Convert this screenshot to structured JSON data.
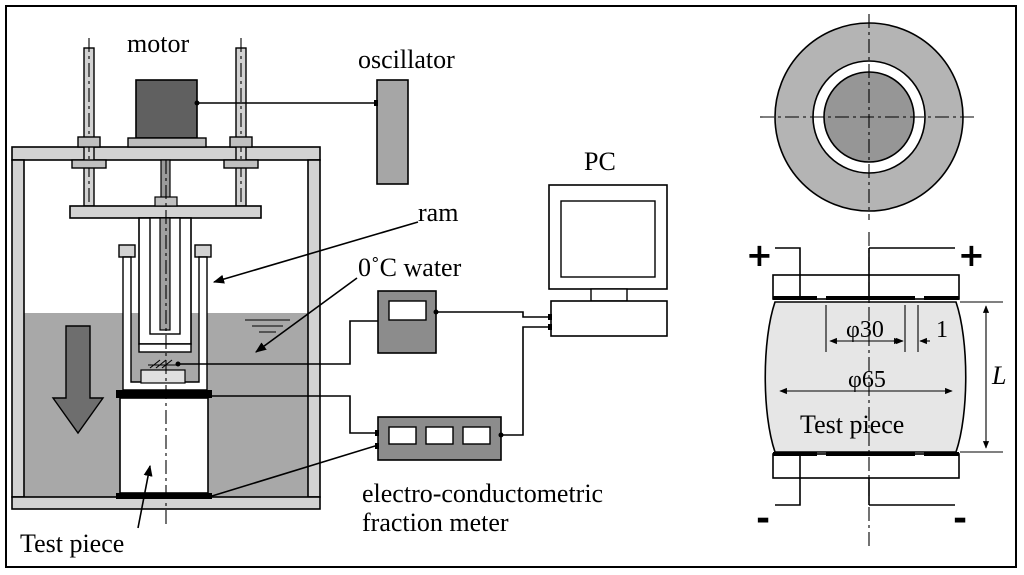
{
  "labels": {
    "motor": "motor",
    "oscillator": "oscillator",
    "pc": "PC",
    "ram": "ram",
    "water": "0˚C water",
    "test_piece_left": "Test piece",
    "meter_line1": "electro-conductometric",
    "meter_line2": "fraction meter",
    "phi30": "φ30",
    "dim1": "1",
    "phi65": "φ65",
    "test_piece_right": "Test piece",
    "length": "L",
    "plus_left": "+",
    "plus_right": "+",
    "minus_left": "-",
    "minus_right": "-"
  },
  "colors": {
    "stroke": "#000000",
    "water": "#a8a8a8",
    "frame": "#d2d2d2",
    "motor": "#606060",
    "device": "#8c8c8c",
    "oscillator": "#a6a6a6",
    "arrow": "#6e6e6e",
    "ring_outer": "#b4b4b4",
    "ring_inner": "#969696",
    "specimen": "#e6e6e6"
  }
}
